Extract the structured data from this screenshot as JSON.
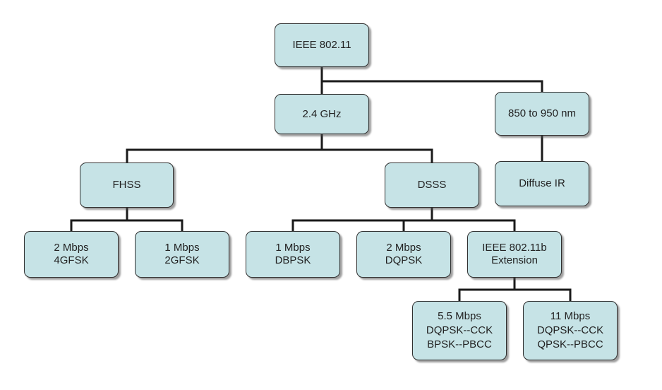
{
  "nodes": {
    "ieee": {
      "lines": [
        "IEEE 802.11"
      ]
    },
    "ghz": {
      "lines": [
        "2.4 GHz"
      ]
    },
    "nm": {
      "lines": [
        "850 to 950 nm"
      ]
    },
    "fhss": {
      "lines": [
        "FHSS"
      ]
    },
    "dsss": {
      "lines": [
        "DSSS"
      ]
    },
    "ir": {
      "lines": [
        "Diffuse IR"
      ]
    },
    "fhss2": {
      "lines": [
        "2 Mbps",
        "4GFSK"
      ]
    },
    "fhss1": {
      "lines": [
        "1 Mbps",
        "2GFSK"
      ]
    },
    "dsss1": {
      "lines": [
        "1 Mbps",
        "DBPSK"
      ]
    },
    "dsss2": {
      "lines": [
        "2 Mbps",
        "DQPSK"
      ]
    },
    "ext": {
      "lines": [
        "IEEE 802.11b",
        "Extension"
      ]
    },
    "r55": {
      "lines": [
        "5.5 Mbps",
        "DQPSK--CCK",
        "BPSK--PBCC"
      ]
    },
    "r11": {
      "lines": [
        "11 Mbps",
        "DQPSK--CCK",
        "QPSK--PBCC"
      ]
    }
  }
}
